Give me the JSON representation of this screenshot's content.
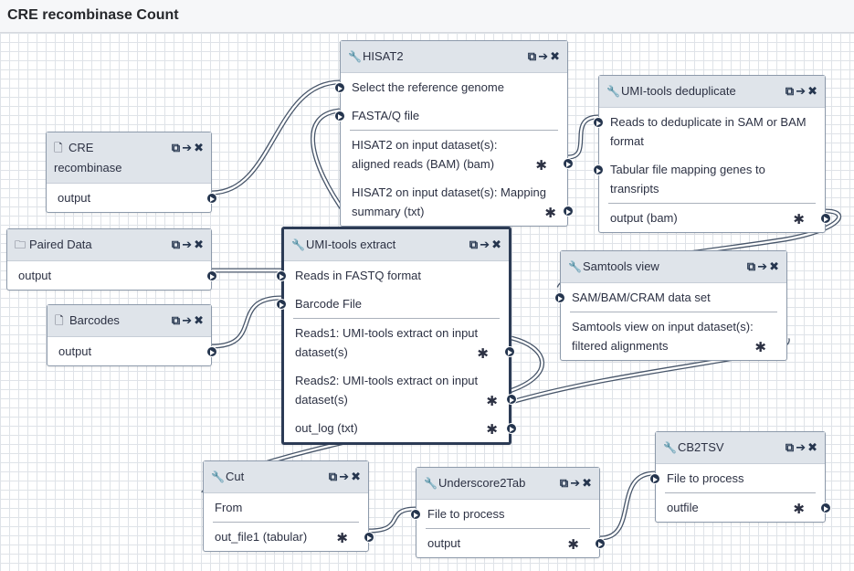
{
  "header": {
    "title": "CRE recombinase Count"
  },
  "controls": {
    "copy": "⧉",
    "arrow": "➔",
    "close": "✖"
  },
  "nodes": {
    "hisat2": {
      "title": "HISAT2",
      "inputs": [
        "Select the reference genome",
        "FASTA/Q file"
      ],
      "outputs": [
        "HISAT2 on input dataset(s): aligned reads (BAM) (bam)",
        "HISAT2 on input dataset(s): Mapping summary (txt)"
      ]
    },
    "cre": {
      "title": "CRE recombinase",
      "outputs": [
        "output"
      ]
    },
    "dedup": {
      "title": "UMI-tools deduplicate",
      "inputs": [
        "Reads to deduplicate in SAM or BAM format",
        "Tabular file mapping genes to transripts"
      ],
      "outputs": [
        "output (bam)"
      ]
    },
    "paired": {
      "title": "Paired Data",
      "outputs": [
        "output"
      ]
    },
    "extract": {
      "title": "UMI-tools extract",
      "inputs": [
        "Reads in FASTQ format",
        "Barcode File"
      ],
      "outputs": [
        "Reads1: UMI-tools extract on input dataset(s)",
        "Reads2: UMI-tools extract on input dataset(s)",
        "out_log (txt)"
      ]
    },
    "samtools": {
      "title": "Samtools view",
      "inputs": [
        "SAM/BAM/CRAM data set"
      ],
      "outputs": [
        "Samtools view on input dataset(s): filtered alignments"
      ]
    },
    "barcodes": {
      "title": "Barcodes",
      "outputs": [
        "output"
      ]
    },
    "cut": {
      "title": "Cut",
      "inputs": [
        "From"
      ],
      "outputs": [
        "out_file1 (tabular)"
      ]
    },
    "underscore": {
      "title": "Underscore2Tab",
      "inputs": [
        "File to process"
      ],
      "outputs": [
        "output"
      ]
    },
    "cb2tsv": {
      "title": "CB2TSV",
      "inputs": [
        "File to process"
      ],
      "outputs": [
        "outfile"
      ]
    }
  }
}
